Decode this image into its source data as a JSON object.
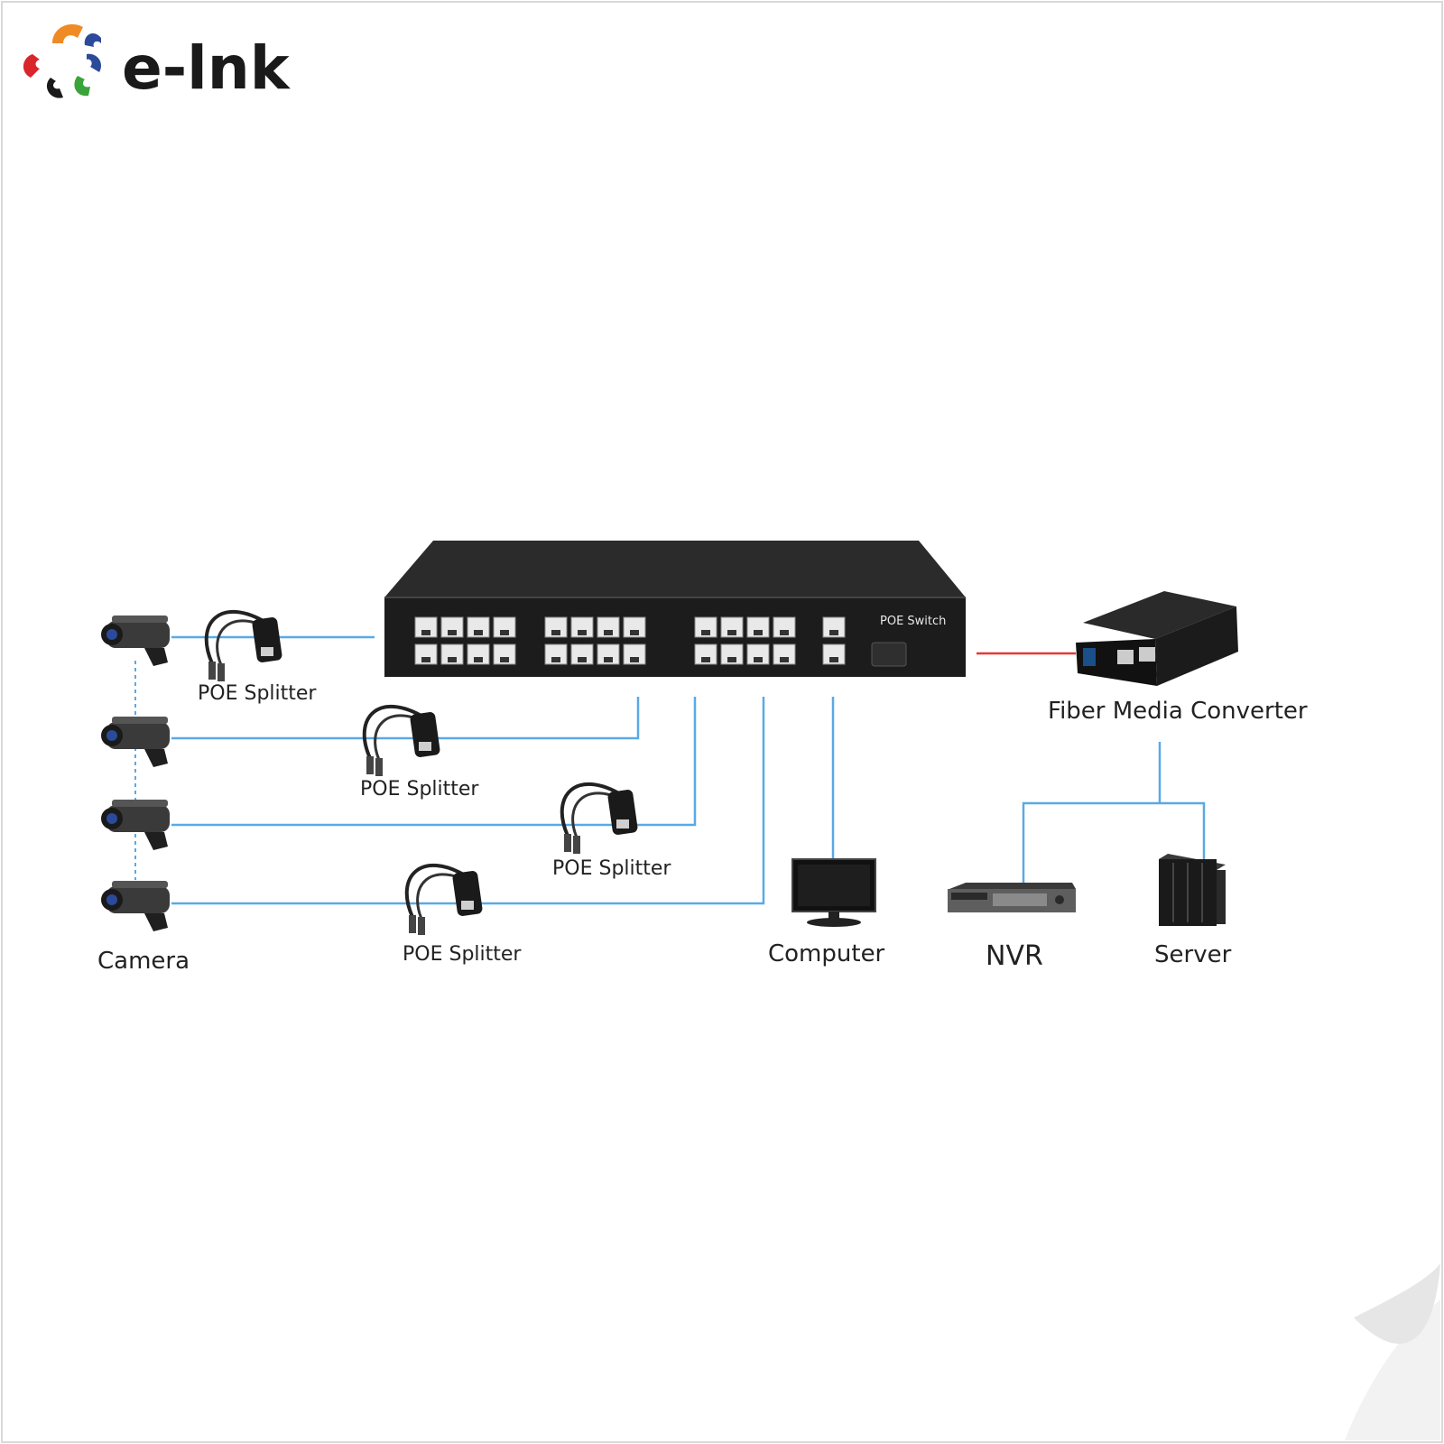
{
  "brand": {
    "name": "e-lnk",
    "colors": {
      "orange": "#f08a24",
      "red": "#d9262b",
      "blue": "#2c4a9a",
      "green": "#3aa43a",
      "dark": "#1a1a1a"
    }
  },
  "diagram": {
    "switch": {
      "label": "POE Switch"
    },
    "converter": {
      "label": "Fiber Media Converter"
    },
    "splitters": [
      {
        "label": "POE Splitter"
      },
      {
        "label": "POE Splitter"
      },
      {
        "label": "POE Splitter"
      },
      {
        "label": "POE Splitter"
      }
    ],
    "camera": {
      "label": "Camera",
      "count": 4
    },
    "computer": {
      "label": "Computer"
    },
    "nvr": {
      "label": "NVR"
    },
    "server": {
      "label": "Server"
    },
    "colors": {
      "link": "#5aa9e6",
      "fiber": "#e53935",
      "device": "#2a2a2a",
      "switch_body": "#1f1f1f"
    }
  }
}
